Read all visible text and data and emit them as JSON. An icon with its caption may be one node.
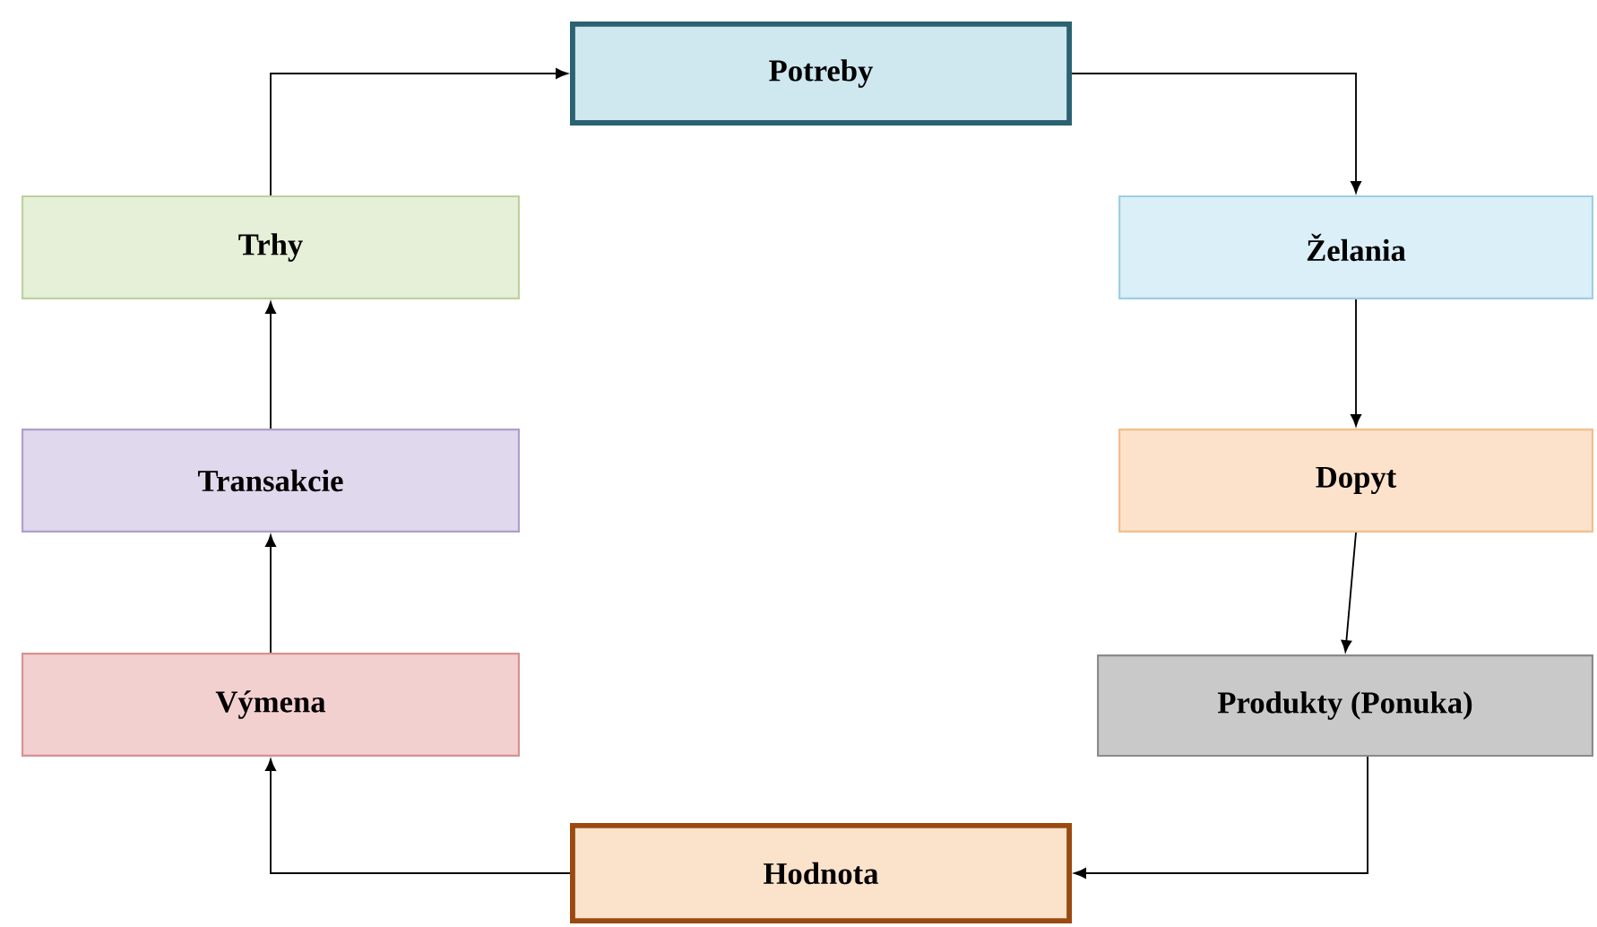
{
  "diagram": {
    "nodes": [
      {
        "text": [
          "Potreby"
        ]
      },
      {
        "text": [
          "Želania"
        ]
      },
      {
        "text": [
          "Dopyt"
        ]
      },
      {
        "text": [
          "Produkty (Ponuka)"
        ]
      },
      {
        "text": [
          "Hodnota"
        ]
      },
      {
        "text": [
          "Výmena"
        ]
      },
      {
        "text": [
          "Transakcie"
        ]
      },
      {
        "text": [
          "Trhy"
        ]
      }
    ],
    "edges": [
      {
        "from": 0,
        "to": 1,
        "arrow": "to"
      },
      {
        "from": 1,
        "to": 2,
        "arrow": "to"
      },
      {
        "from": 2,
        "to": 3,
        "arrow": "to"
      },
      {
        "from": 3,
        "to": 4,
        "arrow": "to"
      },
      {
        "from": 4,
        "to": 5,
        "arrow": "to"
      },
      {
        "from": 5,
        "to": 6,
        "arrow": "to"
      },
      {
        "from": 6,
        "to": 7,
        "arrow": "to"
      },
      {
        "from": 7,
        "to": 0,
        "arrow": "to"
      }
    ]
  }
}
